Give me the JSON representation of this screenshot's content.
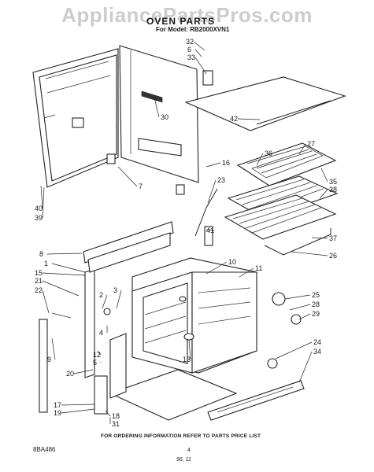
{
  "watermark": "AppliancePartsPros.com",
  "header": {
    "title": "OVEN PARTS",
    "model_line": "For Model: RB2000XVN1"
  },
  "footer": {
    "ordering_note": "FOR ORDERING INFORMATION REFER TO PARTS PRICE LIST",
    "doc_code": "8BA486",
    "page_number": "4",
    "handwritten_mark": "96, 11"
  },
  "callouts": [
    "32",
    "6",
    "33",
    "42",
    "30",
    "36",
    "27",
    "16",
    "23",
    "7",
    "35",
    "38",
    "40",
    "39",
    "41",
    "8",
    "1",
    "15",
    "21",
    "22",
    "10",
    "11",
    "37",
    "26",
    "25",
    "28",
    "29",
    "3",
    "2",
    "4",
    "24",
    "34",
    "13",
    "12",
    "5",
    "9",
    "20",
    "17",
    "19",
    "18",
    "31"
  ]
}
